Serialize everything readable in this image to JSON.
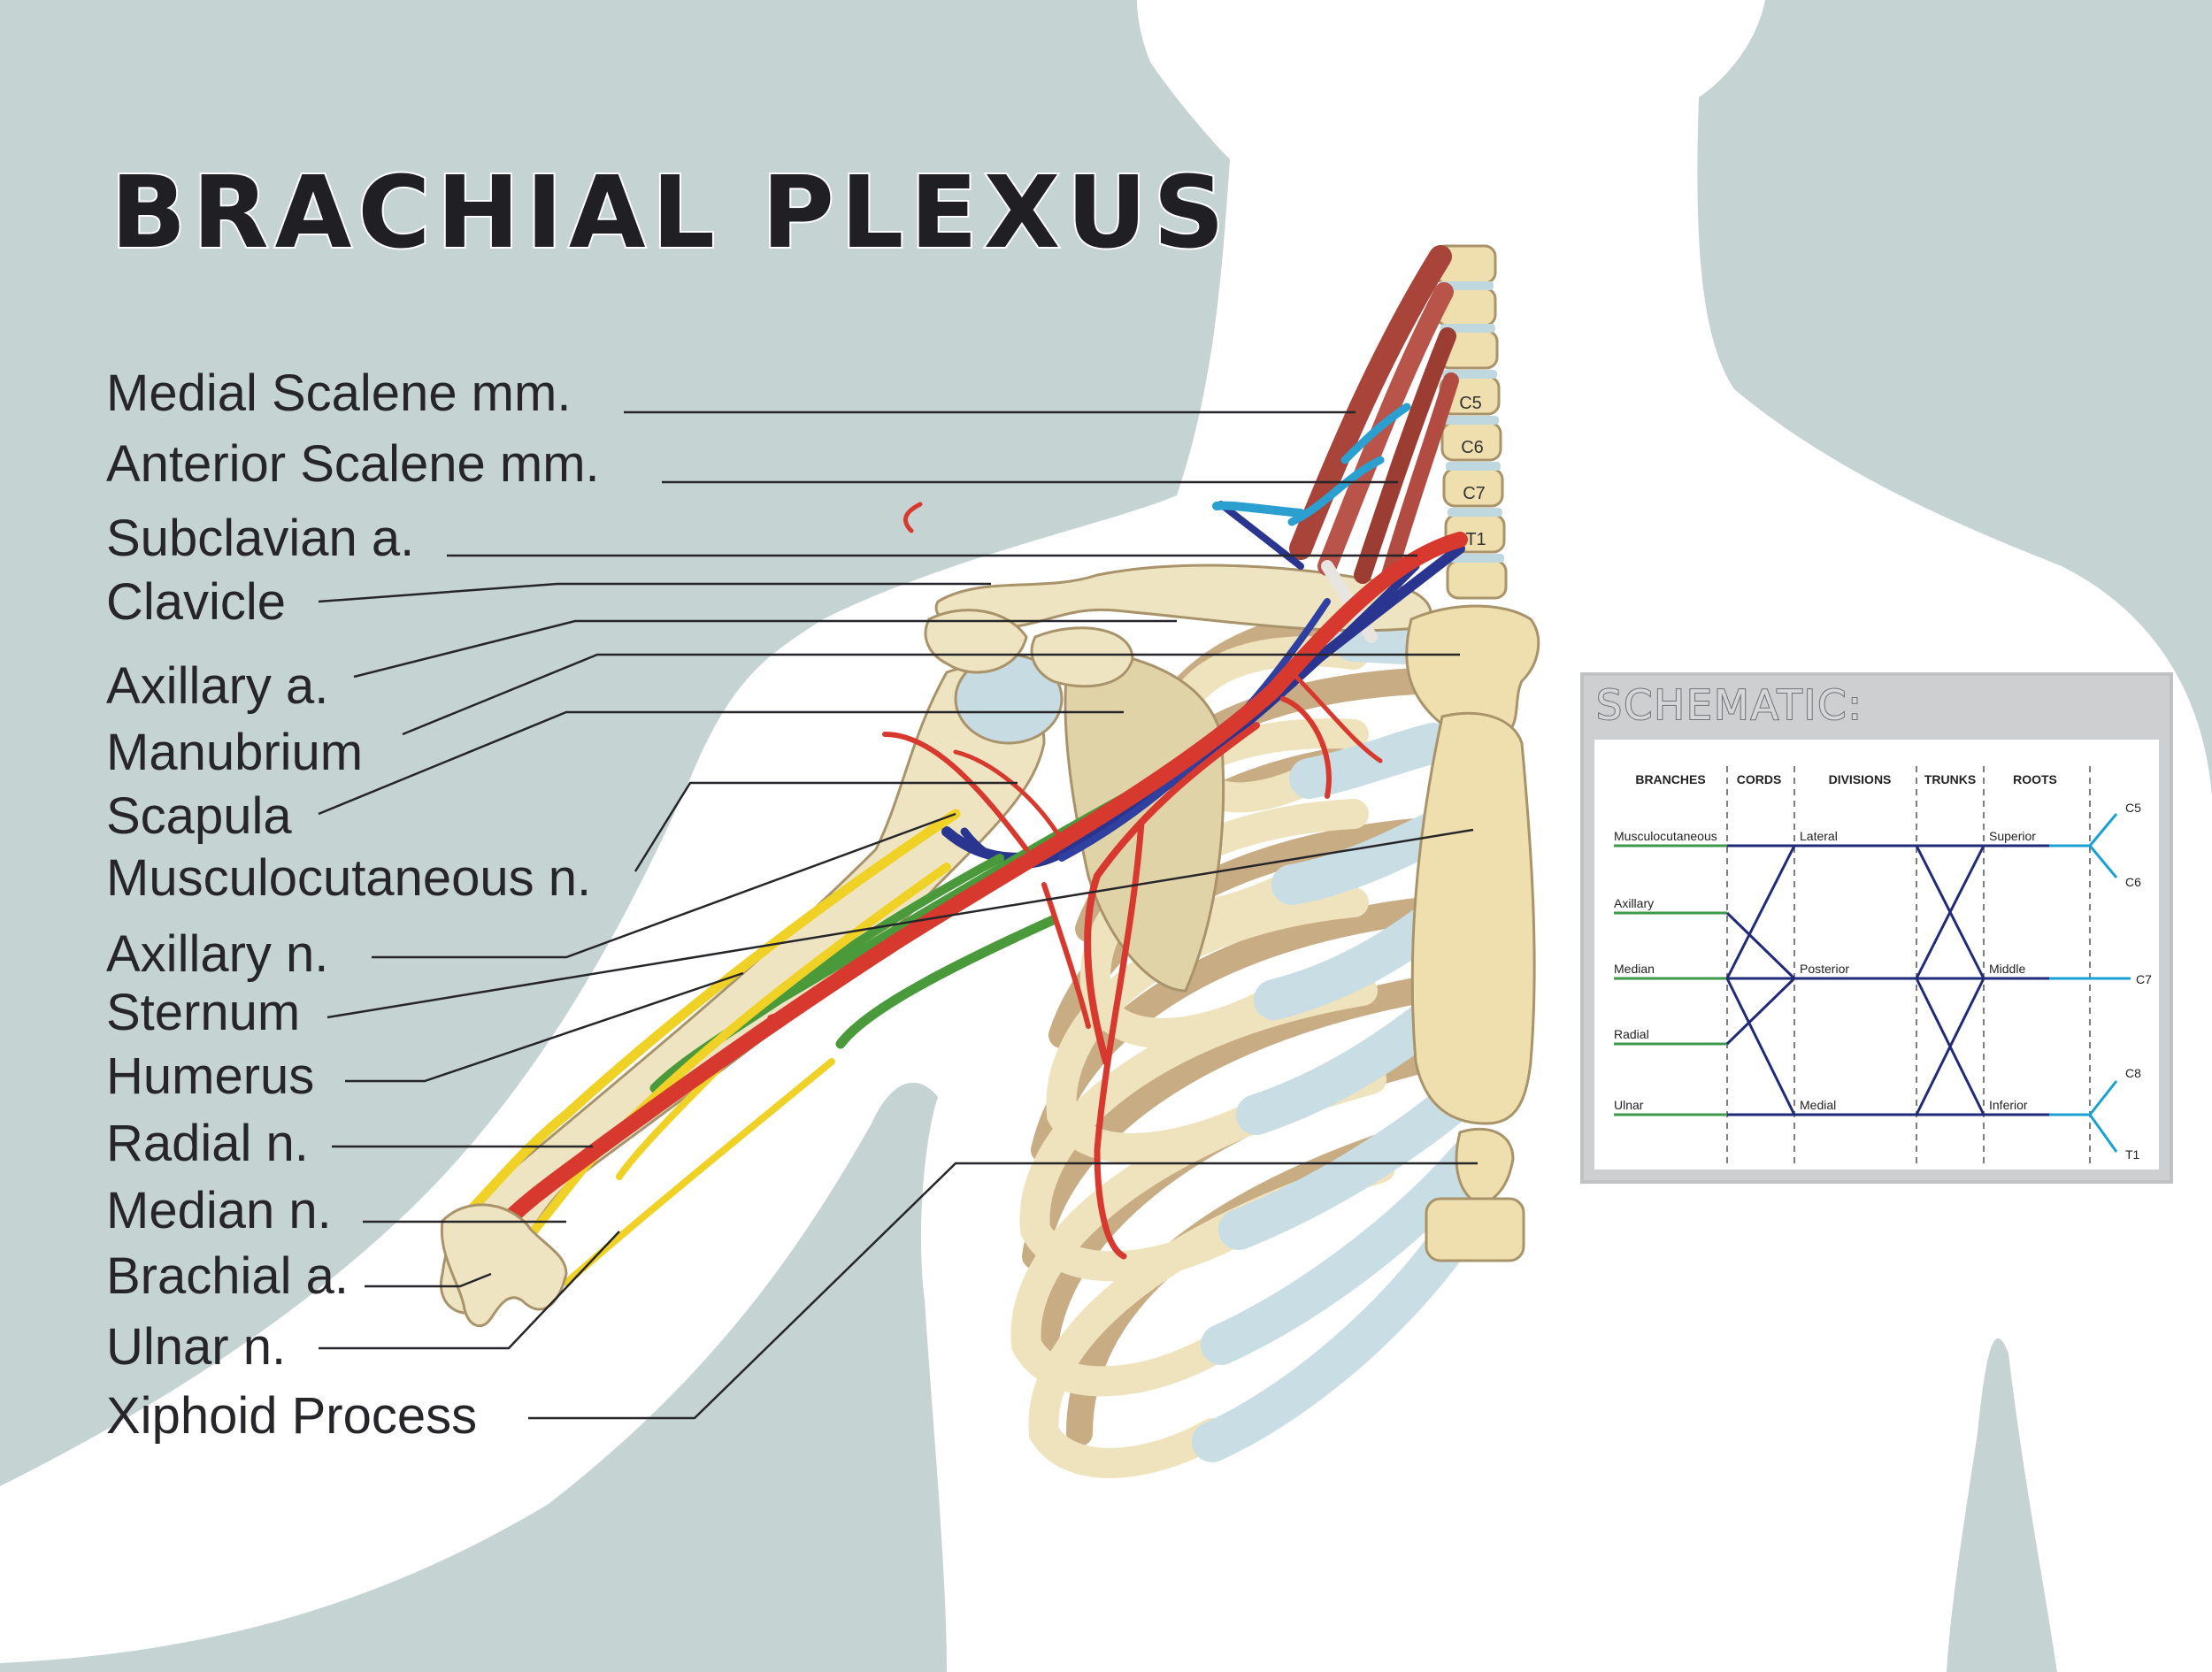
{
  "title": "BRACHIAL PLEXUS",
  "labels": [
    {
      "text": "Medial Scalene mm."
    },
    {
      "text": "Anterior Scalene mm."
    },
    {
      "text": "Subclavian a."
    },
    {
      "text": "Clavicle"
    },
    {
      "text": "Axillary a."
    },
    {
      "text": "Manubrium"
    },
    {
      "text": "Scapula"
    },
    {
      "text": "Musculocutaneous n."
    },
    {
      "text": "Axillary n."
    },
    {
      "text": "Sternum"
    },
    {
      "text": "Humerus"
    },
    {
      "text": "Radial n."
    },
    {
      "text": "Median n."
    },
    {
      "text": "Brachial a."
    },
    {
      "text": "Ulnar n."
    },
    {
      "text": "Xiphoid Process"
    }
  ],
  "vertebrae": [
    "C5",
    "C6",
    "C7",
    "T1"
  ],
  "schematic": {
    "title": "SCHEMATIC:",
    "columns": [
      "BRANCHES",
      "CORDS",
      "DIVISIONS",
      "TRUNKS",
      "ROOTS"
    ],
    "branches": [
      "Musculocutaneous",
      "Axillary",
      "Median",
      "Radial",
      "Ulnar"
    ],
    "cords": [
      "Lateral",
      "Posterior",
      "Medial"
    ],
    "trunks": [
      "Superior",
      "Middle",
      "Inferior"
    ],
    "roots": [
      "C5",
      "C6",
      "C7",
      "C8",
      "T1"
    ]
  },
  "colors": {
    "background": "#c5d3d3",
    "silhouette": "#ffffff",
    "bone": "#ecdfb6",
    "cartilage": "#c8dce3",
    "artery": "#d8392f",
    "vein": "#2a3590",
    "nerve_yellow": "#f0d126",
    "nerve_green": "#4a9a3c",
    "nerve_blue": "#2a9fd0",
    "muscle": "#a9443a",
    "schematic_navy": "#1f2a78",
    "schematic_green": "#3d9a4a",
    "schematic_cyan": "#19a1d6"
  }
}
